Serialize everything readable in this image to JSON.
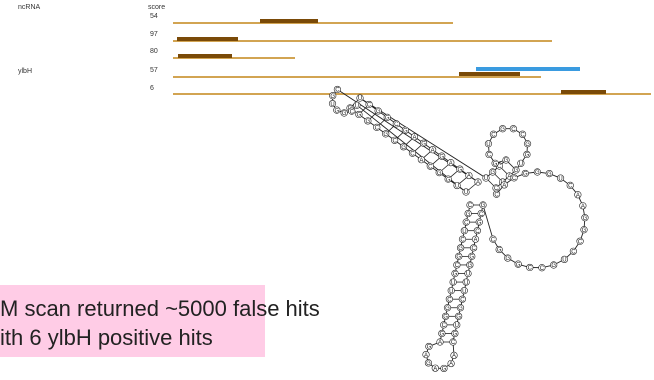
{
  "labels": {
    "left_top": "ncRNA",
    "left_gene": "ylbH",
    "score_header": "score"
  },
  "hits": [
    {
      "score": "54"
    },
    {
      "score": "97"
    },
    {
      "score": "80"
    },
    {
      "score": "57"
    },
    {
      "score": "6"
    }
  ],
  "rna_sequence": "GGGCGCGCACGGUUUCGGUGCAAGAGAGAGCGGCUUGCGGCUCGCCGGUGAUCCACGGGUCAAGGCCUGCC",
  "caption": {
    "line1": "M scan returned ~5000 false hits",
    "line2": "ith 6 ylbH positive hits"
  },
  "colors": {
    "hit_line": "#d2a452",
    "hit_bar": "#7a4a08",
    "extra_bar": "#3a9be0",
    "caption_bg": "#ffcce6"
  }
}
